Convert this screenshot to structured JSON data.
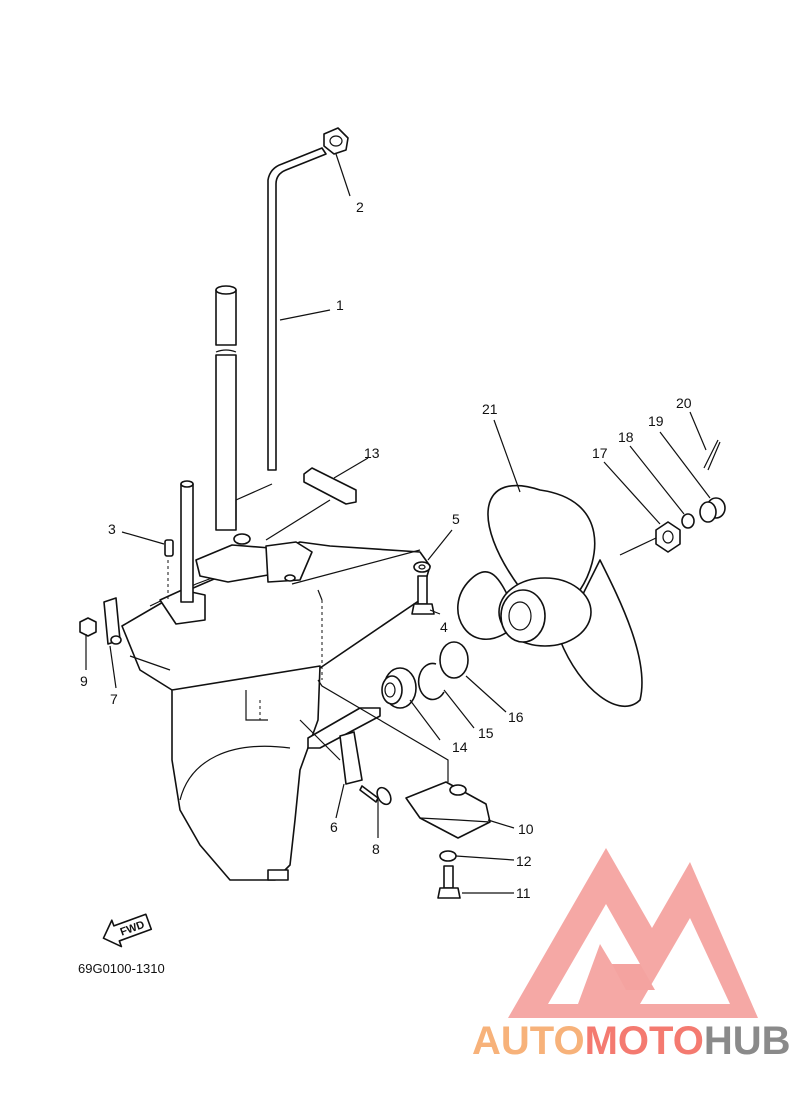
{
  "diagram": {
    "drawing_code": "69G0100-1310",
    "direction_label": "FWD",
    "parts": [
      {
        "num": "1",
        "name": "shift-rod"
      },
      {
        "num": "2",
        "name": "grommet"
      },
      {
        "num": "3",
        "name": "dowel-pin"
      },
      {
        "num": "4",
        "name": "bolt"
      },
      {
        "num": "5",
        "name": "washer"
      },
      {
        "num": "6",
        "name": "plate"
      },
      {
        "num": "7",
        "name": "clip"
      },
      {
        "num": "8",
        "name": "screw"
      },
      {
        "num": "9",
        "name": "nut"
      },
      {
        "num": "10",
        "name": "trim-tab-anode"
      },
      {
        "num": "11",
        "name": "bolt"
      },
      {
        "num": "12",
        "name": "washer"
      },
      {
        "num": "13",
        "name": "seal"
      },
      {
        "num": "14",
        "name": "oil-seal-housing"
      },
      {
        "num": "15",
        "name": "circlip"
      },
      {
        "num": "16",
        "name": "o-ring"
      },
      {
        "num": "17",
        "name": "propeller-nut"
      },
      {
        "num": "18",
        "name": "washer"
      },
      {
        "num": "19",
        "name": "spacer"
      },
      {
        "num": "20",
        "name": "cotter-pin"
      },
      {
        "num": "21",
        "name": "propeller"
      }
    ]
  },
  "watermark": {
    "brand_part1": "AUTO",
    "brand_part2": "MOTO",
    "brand_part3": "HUB",
    "color_orange": "#f7b27a",
    "color_red": "#f47a70",
    "color_gray": "#8a8a8a",
    "color_logo": "#f4a3a0"
  }
}
